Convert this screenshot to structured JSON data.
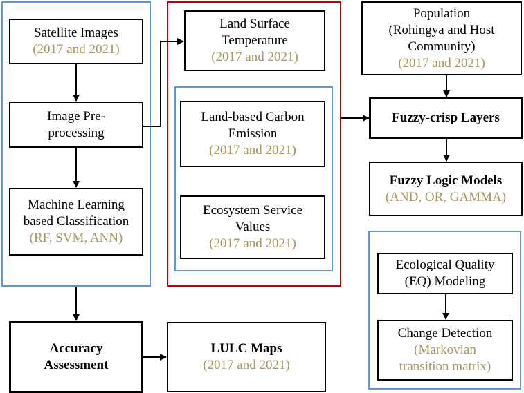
{
  "nodes": {
    "satellite": {
      "title": "Satellite Images",
      "sub": "(2017 and 2021)"
    },
    "preprocess": {
      "title": "Image Pre-\nprocessing"
    },
    "ml": {
      "title": "Machine Learning\nbased Classification",
      "sub": "(RF, SVM, ANN)"
    },
    "lst": {
      "title": "Land Surface\nTemperature",
      "sub": "(2017 and 2021)"
    },
    "carbon": {
      "title": "Land-based Carbon\nEmission",
      "sub": "(2017 and 2021)"
    },
    "esv": {
      "title": "Ecosystem Service\nValues",
      "sub": "(2017 and 2021)"
    },
    "population": {
      "title": "Population\n(Rohingya and Host\nCommunity)",
      "sub": "(2017 and 2021)"
    },
    "fuzzy_layers": {
      "title": "Fuzzy-crisp Layers"
    },
    "fuzzy_models": {
      "title": "Fuzzy Logic Models",
      "sub": "(AND, OR, GAMMA)"
    },
    "eq": {
      "title": "Ecological Quality\n(EQ) Modeling"
    },
    "change": {
      "title": "Change Detection",
      "sub": "(Markovian\ntransition matrix)"
    },
    "accuracy": {
      "title": "Accuracy\nAssessment"
    },
    "lulc": {
      "title": "LULC Maps",
      "sub": "(2017 and 2021)"
    }
  },
  "colors": {
    "group_blue": "#5b9bd5",
    "group_red": "#c00000",
    "subtitle": "#a8965a"
  }
}
